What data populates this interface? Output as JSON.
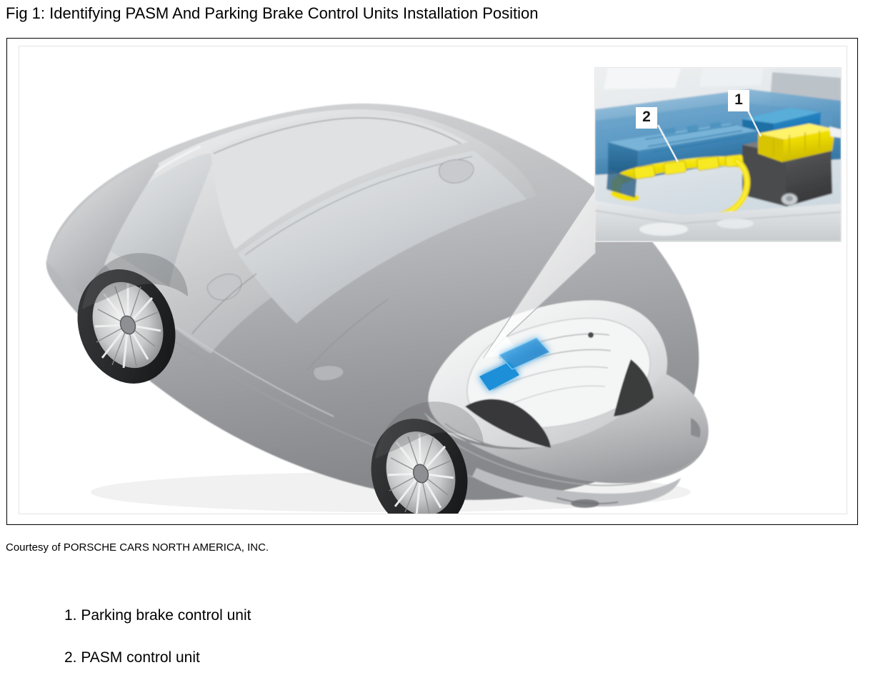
{
  "figure": {
    "title": "Fig 1: Identifying PASM And Parking Brake Control Units Installation Position",
    "courtesy": "Courtesy of PORSCHE CARS NORTH AMERICA, INC.",
    "illustration": {
      "subject": "porsche-911-rear-three-quarter-view",
      "highlight_color": "#1f8fd6",
      "body_color": "#c8c9cb",
      "callout_description": "Zoom wedge from rear decklid area to detail photo"
    },
    "inset": {
      "description": "Detail photo of control units mounted in rear compartment",
      "unit_color": "#2f7fb5",
      "harness_color": "#f2e400",
      "housing_color": "#4d4d4d",
      "labels": [
        {
          "id": "1",
          "text": "1"
        },
        {
          "id": "2",
          "text": "2"
        }
      ]
    }
  },
  "legend": {
    "items": [
      {
        "number": "1.",
        "text": "1. Parking brake control unit"
      },
      {
        "number": "2.",
        "text": "2. PASM control unit"
      }
    ]
  }
}
